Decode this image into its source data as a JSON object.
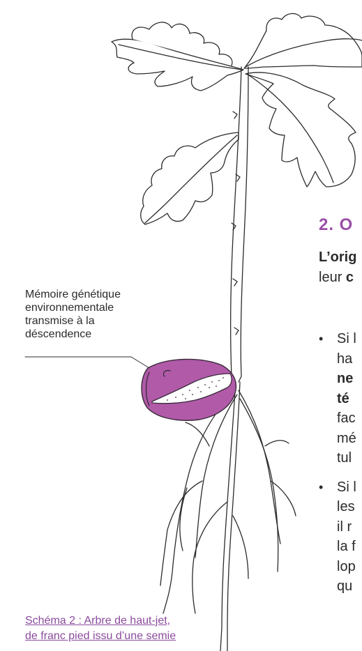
{
  "annotation": {
    "lines": [
      "Mémoire génétique",
      "environnementale",
      "transmise à la",
      "déscendence"
    ]
  },
  "caption": {
    "lines": [
      "Schéma 2 : Arbre de haut-jet,",
      "de franc pied issu d’une semie"
    ]
  },
  "section": {
    "heading": "2. O",
    "intro": {
      "line1": "L’orig",
      "line2_a": "leur ",
      "line2_b": "c"
    }
  },
  "bullets": [
    {
      "lines": [
        {
          "text": "Si l",
          "bold": false
        },
        {
          "text": "ha",
          "bold": false
        },
        {
          "text": "ne",
          "bold": true
        },
        {
          "text": "té",
          "bold": true
        },
        {
          "text": "fac",
          "bold": false
        },
        {
          "text": "mé",
          "bold": false
        },
        {
          "text": "tul",
          "bold": false
        }
      ]
    },
    {
      "lines": [
        {
          "text": "Si l",
          "bold": false
        },
        {
          "text": "les",
          "bold": false
        },
        {
          "text": "il r",
          "bold": false
        },
        {
          "text": "la f",
          "bold": false
        },
        {
          "text": "lop",
          "bold": false
        },
        {
          "text": "qu",
          "bold": false
        }
      ]
    }
  ],
  "colors": {
    "accent": "#9b4ea8",
    "seed_fill": "#b05aa8",
    "caption_link": "#8a4b9c",
    "line_art": "#2b2b2b"
  }
}
